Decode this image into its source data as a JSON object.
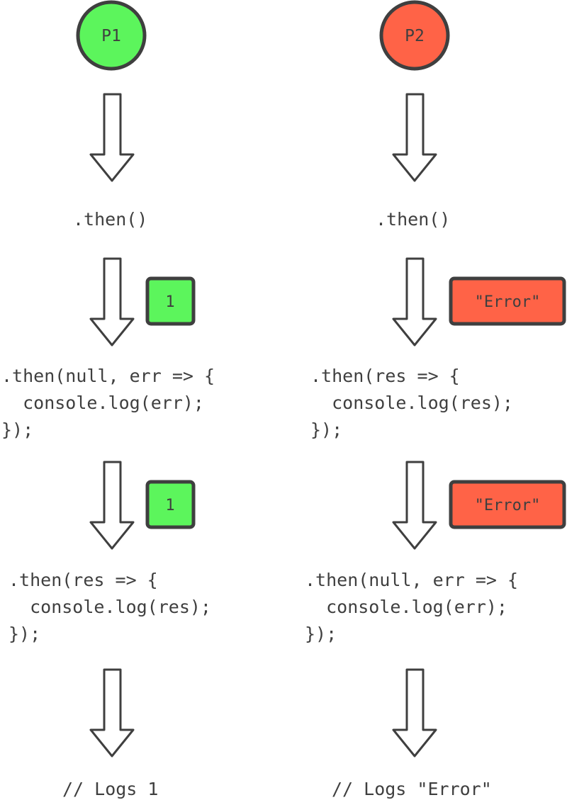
{
  "colors": {
    "resolved": "#5cf55c",
    "rejected": "#ff6347",
    "stroke": "#3f3f3f"
  },
  "left": {
    "node_label": "P1",
    "step1_code": ".then()",
    "value_1": "1",
    "step2_code": [
      ".then(null, err => {",
      "  console.log(err);",
      "});"
    ],
    "value_2": "1",
    "step3_code": [
      ".then(res => {",
      "  console.log(res);",
      "});"
    ],
    "result_comment": "// Logs 1"
  },
  "right": {
    "node_label": "P2",
    "step1_code": ".then()",
    "value_1": "\"Error\"",
    "step2_code": [
      ".then(res => {",
      "  console.log(res);",
      "});"
    ],
    "value_2": "\"Error\"",
    "step3_code": [
      ".then(null, err => {",
      "  console.log(err);",
      "});"
    ],
    "result_comment": "// Logs \"Error\""
  }
}
